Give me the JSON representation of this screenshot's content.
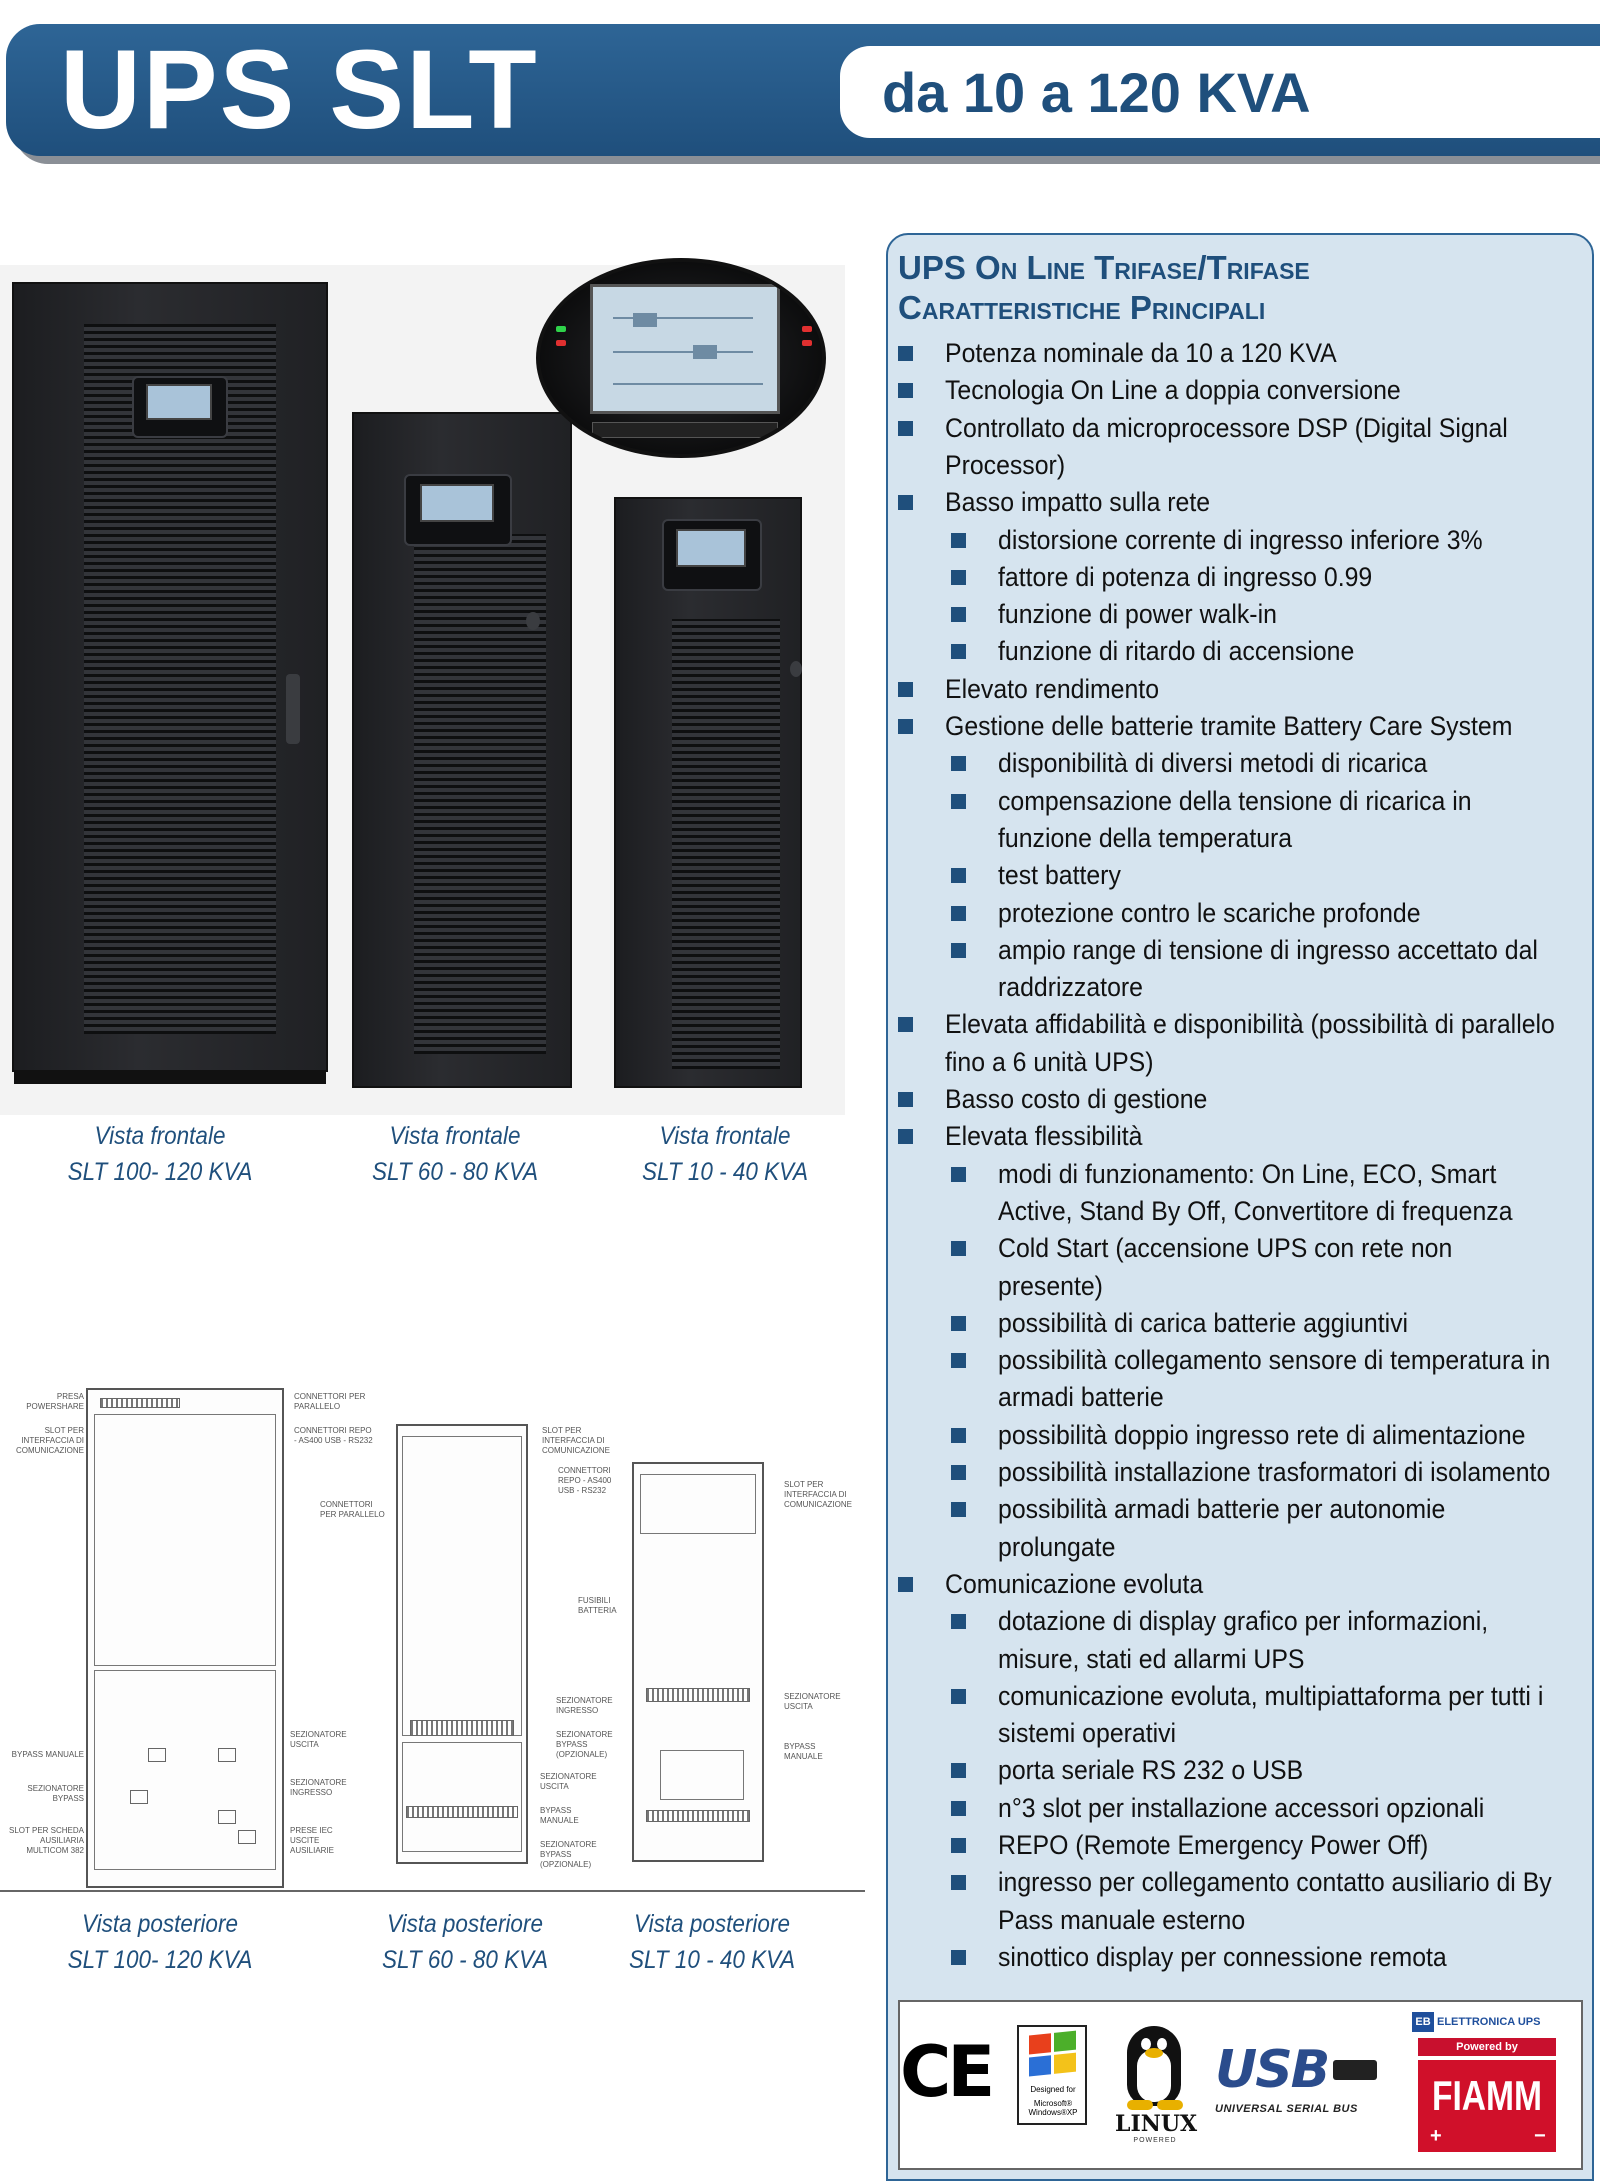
{
  "header": {
    "title": "UPS SLT",
    "subtitle": "da 10 a 120 KVA"
  },
  "front_views": [
    {
      "line1": "Vista frontale",
      "line2": "SLT 100- 120 KVA"
    },
    {
      "line1": "Vista frontale",
      "line2": "SLT 60 - 80 KVA"
    },
    {
      "line1": "Vista frontale",
      "line2": "SLT 10 - 40 KVA"
    }
  ],
  "rear_views": [
    {
      "line1": "Vista posteriore",
      "line2": "SLT 100- 120 KVA"
    },
    {
      "line1": "Vista posteriore",
      "line2": "SLT 60 - 80 KVA"
    },
    {
      "line1": "Vista posteriore",
      "line2": "SLT 10 - 40 KVA"
    }
  ],
  "drawing_labels": {
    "big_left": [
      "PRESA POWERSHARE",
      "SLOT PER INTERFACCIA DI COMUNICAZIONE",
      "BYPASS MANUALE",
      "SEZIONATORE BYPASS",
      "SLOT PER SCHEDA AUSILIARIA MULTICOM 382"
    ],
    "big_right": [
      "CONNETTORI PER PARALLELO",
      "CONNETTORI REPO - AS400 USB - RS232",
      "CONNETTORI PER PARALLELO",
      "SEZIONATORE USCITA",
      "SEZIONATORE INGRESSO",
      "PRESE IEC USCITE AUSILIARIE"
    ],
    "mid_right": [
      "SLOT PER INTERFACCIA DI COMUNICAZIONE",
      "CONNETTORI REPO - AS400 USB - RS232",
      "FUSIBILI BATTERIA",
      "SEZIONATORE INGRESSO",
      "SEZIONATORE BYPASS (OPZIONALE)",
      "SEZIONATORE USCITA",
      "BYPASS MANUALE",
      "SEZIONATORE BYPASS (OPZIONALE)"
    ],
    "small_right": [
      "SLOT PER INTERFACCIA DI COMUNICAZIONE",
      "SEZIONATORE USCITA",
      "BYPASS MANUALE"
    ]
  },
  "features": {
    "heading_line1": "UPS On Line Trifase/Trifase",
    "heading_line2": "Caratteristiche Principali",
    "items": [
      {
        "level": 1,
        "lines": [
          "Potenza nominale da 10 a 120 KVA"
        ]
      },
      {
        "level": 1,
        "lines": [
          "Tecnologia On Line a doppia conversione"
        ]
      },
      {
        "level": 1,
        "lines": [
          "Controllato da microprocessore DSP (Digital Signal",
          "Processor)"
        ]
      },
      {
        "level": 1,
        "lines": [
          "Basso impatto sulla rete"
        ]
      },
      {
        "level": 2,
        "lines": [
          "distorsione corrente di ingresso inferiore 3%"
        ]
      },
      {
        "level": 2,
        "lines": [
          "fattore di potenza di ingresso 0.99"
        ]
      },
      {
        "level": 2,
        "lines": [
          "funzione di power walk-in"
        ]
      },
      {
        "level": 2,
        "lines": [
          "funzione di ritardo di accensione"
        ]
      },
      {
        "level": 1,
        "lines": [
          "Elevato rendimento"
        ]
      },
      {
        "level": 1,
        "lines": [
          "Gestione delle batterie tramite Battery Care System"
        ]
      },
      {
        "level": 2,
        "lines": [
          "disponibilità di diversi metodi di ricarica"
        ]
      },
      {
        "level": 2,
        "lines": [
          "compensazione della tensione di ricarica in",
          "funzione della temperatura"
        ]
      },
      {
        "level": 2,
        "lines": [
          "test battery"
        ]
      },
      {
        "level": 2,
        "lines": [
          "protezione contro le scariche profonde"
        ]
      },
      {
        "level": 2,
        "lines": [
          "ampio range di tensione di ingresso accettato dal",
          "raddrizzatore"
        ]
      },
      {
        "level": 1,
        "lines": [
          "Elevata affidabilità e disponibilità (possibilità di parallelo",
          "fino a 6 unità UPS)"
        ]
      },
      {
        "level": 1,
        "lines": [
          "Basso costo di gestione"
        ]
      },
      {
        "level": 1,
        "lines": [
          "Elevata flessibilità"
        ]
      },
      {
        "level": 2,
        "lines": [
          "modi di funzionamento: On Line, ECO, Smart",
          "Active, Stand By Off, Convertitore di frequenza"
        ]
      },
      {
        "level": 2,
        "lines": [
          "Cold Start (accensione UPS con rete non",
          "presente)"
        ]
      },
      {
        "level": 2,
        "lines": [
          "possibilità di carica batterie aggiuntivi"
        ]
      },
      {
        "level": 2,
        "lines": [
          "possibilità collegamento sensore di temperatura in",
          "armadi batterie"
        ]
      },
      {
        "level": 2,
        "lines": [
          "possibilità doppio ingresso rete di alimentazione"
        ]
      },
      {
        "level": 2,
        "lines": [
          "possibilità installazione trasformatori di isolamento"
        ]
      },
      {
        "level": 2,
        "lines": [
          "possibilità armadi batterie per autonomie",
          "prolungate"
        ]
      },
      {
        "level": 1,
        "lines": [
          "Comunicazione evoluta"
        ]
      },
      {
        "level": 2,
        "lines": [
          "dotazione di display grafico per informazioni,",
          "misure, stati ed allarmi UPS"
        ]
      },
      {
        "level": 2,
        "lines": [
          "comunicazione evoluta, multipiattaforma per tutti i",
          "sistemi operativi"
        ]
      },
      {
        "level": 2,
        "lines": [
          "porta seriale RS 232 o USB"
        ]
      },
      {
        "level": 2,
        "lines": [
          "n°3 slot per installazione accessori opzionali"
        ]
      },
      {
        "level": 2,
        "lines": [
          "REPO (Remote Emergency Power Off)"
        ]
      },
      {
        "level": 2,
        "lines": [
          "ingresso per collegamento contatto ausiliario di By",
          "Pass manuale esterno"
        ]
      },
      {
        "level": 2,
        "lines": [
          "sinottico display per connessione remota"
        ]
      }
    ]
  },
  "logos": {
    "ce": "CE",
    "windows_line1": "Designed for",
    "windows_line2": "Microsoft® Windows®XP",
    "linux_word": "LINUX",
    "linux_sub": "POWERED",
    "usb_word": "USB",
    "usb_text": "UNIVERSAL SERIAL BUS",
    "eb_badge": "EB",
    "eb_name": "ELETTRONICA UPS",
    "powered_by": "Powered by",
    "fiamm": "FIAMM",
    "colors": {
      "banner": "#1f4f7c",
      "panel": "#d6e4ef",
      "accent": "#1f4f7c",
      "fiamm_red": "#d0102a"
    }
  }
}
